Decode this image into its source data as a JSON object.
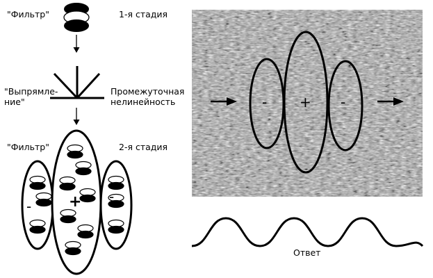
{
  "labels": {
    "filter_top": "\"Фильтр\"",
    "stage1": "1-я стадия",
    "rectification_line1": "\"Выпрямле-",
    "rectification_line2": "ние\"",
    "nonlinearity_line1": "Промежуточная",
    "nonlinearity_line2": "нелинейность",
    "filter_bottom": "\"Фильтр\"",
    "stage2": "2-я стадия",
    "response": "Ответ"
  },
  "signs": {
    "minus": "-",
    "plus": "+"
  },
  "colors": {
    "ink": "#000000",
    "texture_base": "#9a9a9a",
    "background": "#ffffff"
  }
}
